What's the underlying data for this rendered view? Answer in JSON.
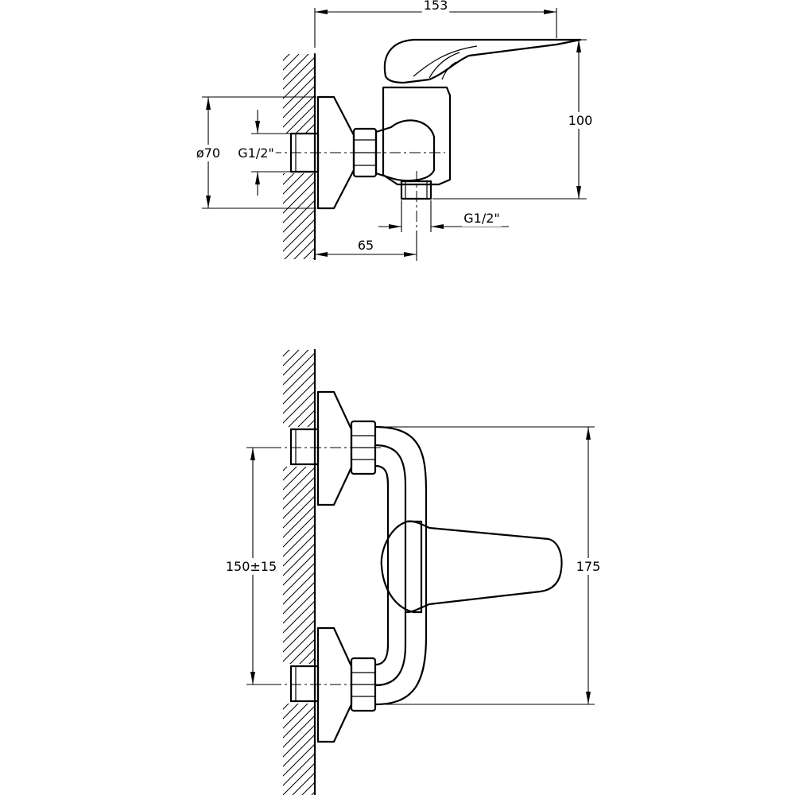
{
  "labels": {
    "width_top": "153",
    "height_top": "100",
    "diameter": "ø70",
    "thread_inlet": "G1/2\"",
    "thread_outlet": "G1/2\"",
    "depth": "65",
    "centers": "150±15",
    "height_front": "175"
  }
}
